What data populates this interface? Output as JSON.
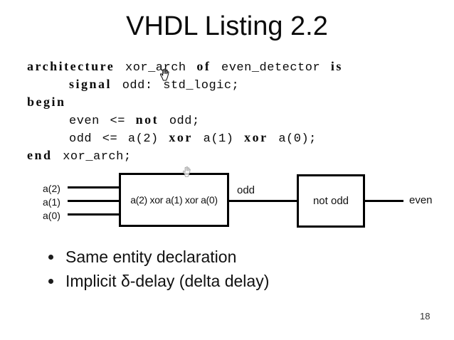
{
  "slide": {
    "title": "VHDL Listing 2.2",
    "page_number": "18"
  },
  "code": {
    "lines": [
      {
        "indent": 0,
        "segments": [
          {
            "t": "architecture",
            "kw": true
          },
          {
            "t": " xor_arch ",
            "kw": false
          },
          {
            "t": "of",
            "kw": true
          },
          {
            "t": " even_detector ",
            "kw": false
          },
          {
            "t": "is",
            "kw": true
          }
        ]
      },
      {
        "indent": 1,
        "segments": [
          {
            "t": "signal",
            "kw": true
          },
          {
            "t": " odd: std_logic;",
            "kw": false
          }
        ]
      },
      {
        "indent": 0,
        "segments": [
          {
            "t": "begin",
            "kw": true
          }
        ]
      },
      {
        "indent": 1,
        "segments": [
          {
            "t": "even <= ",
            "kw": false
          },
          {
            "t": "not",
            "kw": true
          },
          {
            "t": " odd;",
            "kw": false
          }
        ]
      },
      {
        "indent": 1,
        "segments": [
          {
            "t": "odd <= a(2) ",
            "kw": false
          },
          {
            "t": "xor",
            "kw": true
          },
          {
            "t": " a(1) ",
            "kw": false
          },
          {
            "t": "xor",
            "kw": true
          },
          {
            "t": " a(0);",
            "kw": false
          }
        ]
      },
      {
        "indent": 0,
        "segments": [
          {
            "t": "end",
            "kw": true
          },
          {
            "t": " xor_arch;",
            "kw": false
          }
        ]
      }
    ]
  },
  "diagram": {
    "inputs": [
      "a(2)",
      "a(1)",
      "a(0)"
    ],
    "xor_box_label": "a(2) xor a(1) xor a(0)",
    "wire_label_odd": "odd",
    "not_box_label": "not odd",
    "output_label": "even"
  },
  "bullets": [
    "Same entity declaration",
    "Implicit δ-delay (delta delay)"
  ],
  "icons": {
    "cursor_over_code": "hand-cursor",
    "cursor_over_box": "hand-cursor-ghost"
  },
  "colors": {
    "background": "#ffffff",
    "text": "#0b0b0b",
    "line": "#000000"
  }
}
